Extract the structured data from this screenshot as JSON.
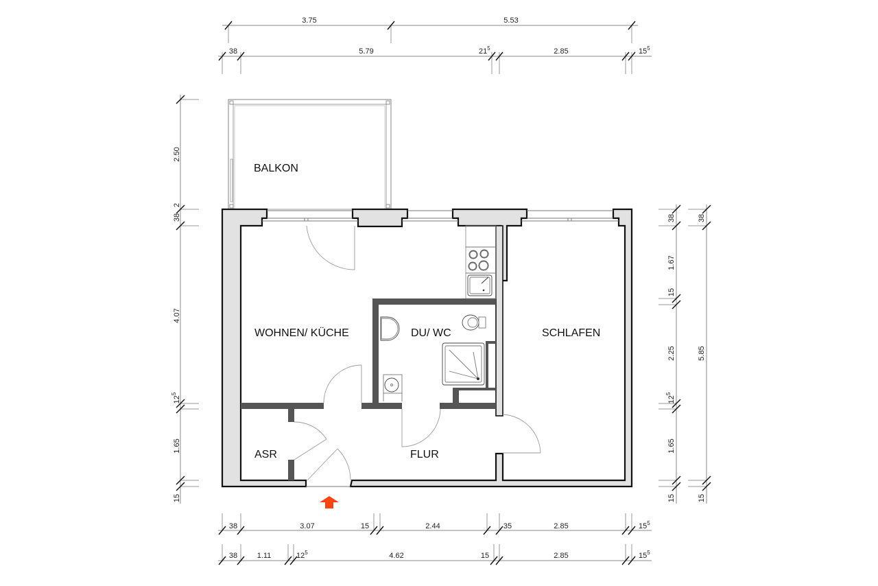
{
  "plan": {
    "rooms": {
      "balkon": "BALKON",
      "wohnen": "WOHNEN/ KÜCHE",
      "duwc": "DU/ WC",
      "schlafen": "SCHLAFEN",
      "asr": "ASR",
      "flur": "FLUR"
    },
    "entrance_arrow_color": "#ff4411"
  },
  "dimensions": {
    "top_row1": {
      "a": "3.75",
      "b": "5.53"
    },
    "top_row2": {
      "a": "38",
      "b": "5.79",
      "c": "21",
      "c_sup": "5",
      "d": "2.85",
      "e": "15",
      "e_sup": "5"
    },
    "left": {
      "a": "2.50",
      "b": "2",
      "c": "38",
      "d": "4.07",
      "e": "12",
      "e_sup": "5",
      "f": "1.65",
      "g": "15"
    },
    "right_col1": {
      "a": "38",
      "b": "1.67",
      "c": "15",
      "d": "2.25",
      "e": "12",
      "e_sup": "5",
      "f": "1.65",
      "g": "15"
    },
    "right_col2": {
      "a": "38",
      "b": "5.85",
      "c": "15"
    },
    "bottom_row1": {
      "a": "38",
      "b": "3.07",
      "c": "15",
      "d": "2.44",
      "e": "35",
      "f": "2.85",
      "g": "15",
      "g_sup": "5"
    },
    "bottom_row2": {
      "a": "38",
      "b": "1.11",
      "c": "12",
      "c_sup": "5",
      "d": "4.62",
      "e": "15",
      "f": "2.85",
      "g": "15",
      "g_sup": "5"
    }
  }
}
